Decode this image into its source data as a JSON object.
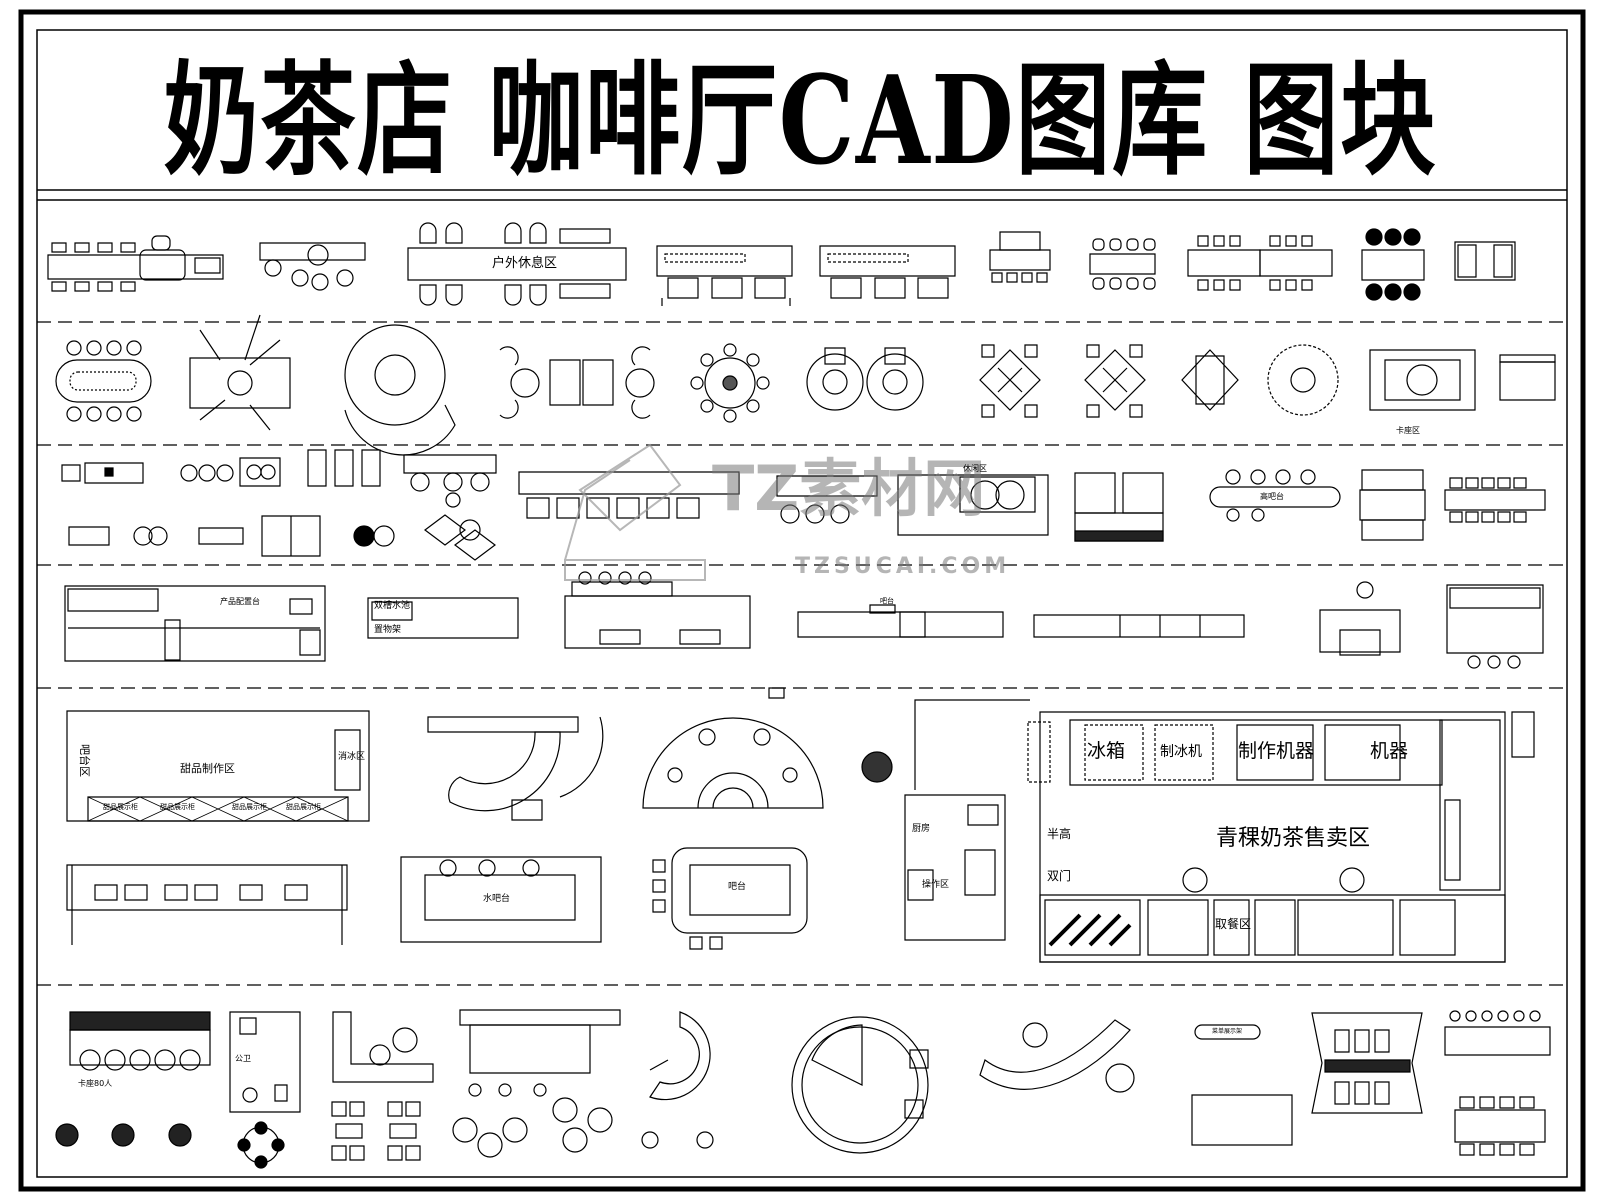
{
  "title": "奶茶店 咖啡厅CAD图库 图块",
  "watermark": {
    "brand": "TZ素材网",
    "url": "TZSUCAI.COM"
  },
  "labels": {
    "outdoor_area": "户外休息区",
    "booth_area": "卡座区",
    "rest_area": "休闲区",
    "high_counter": "高吧台",
    "dessert_area": "甜品制作区",
    "ice_area": "消冰区",
    "dessert_display_1": "甜品展示柜",
    "dessert_display_2": "甜品展示柜",
    "dessert_display_3": "甜品展示柜",
    "dessert_display_4": "甜品展示柜",
    "side_area": "吧台区",
    "product_area": "产品配置台",
    "sink": "双槽水池",
    "shelf": "置物架",
    "bar_small": "吧台",
    "bar_counter": "吧台",
    "water_bar": "水吧台",
    "kitchen": "厨房",
    "work_area": "操作区",
    "fridge": "冰箱",
    "ice_machine": "制冰机",
    "making_machine": "制作机器",
    "machine": "机器",
    "sales_area": "青稞奶茶售卖区",
    "half_height": "半高",
    "double_door": "双门",
    "pickup": "取餐区",
    "booth_80": "卡座80人",
    "public": "公卫",
    "menu_board": "菜单展示架"
  }
}
